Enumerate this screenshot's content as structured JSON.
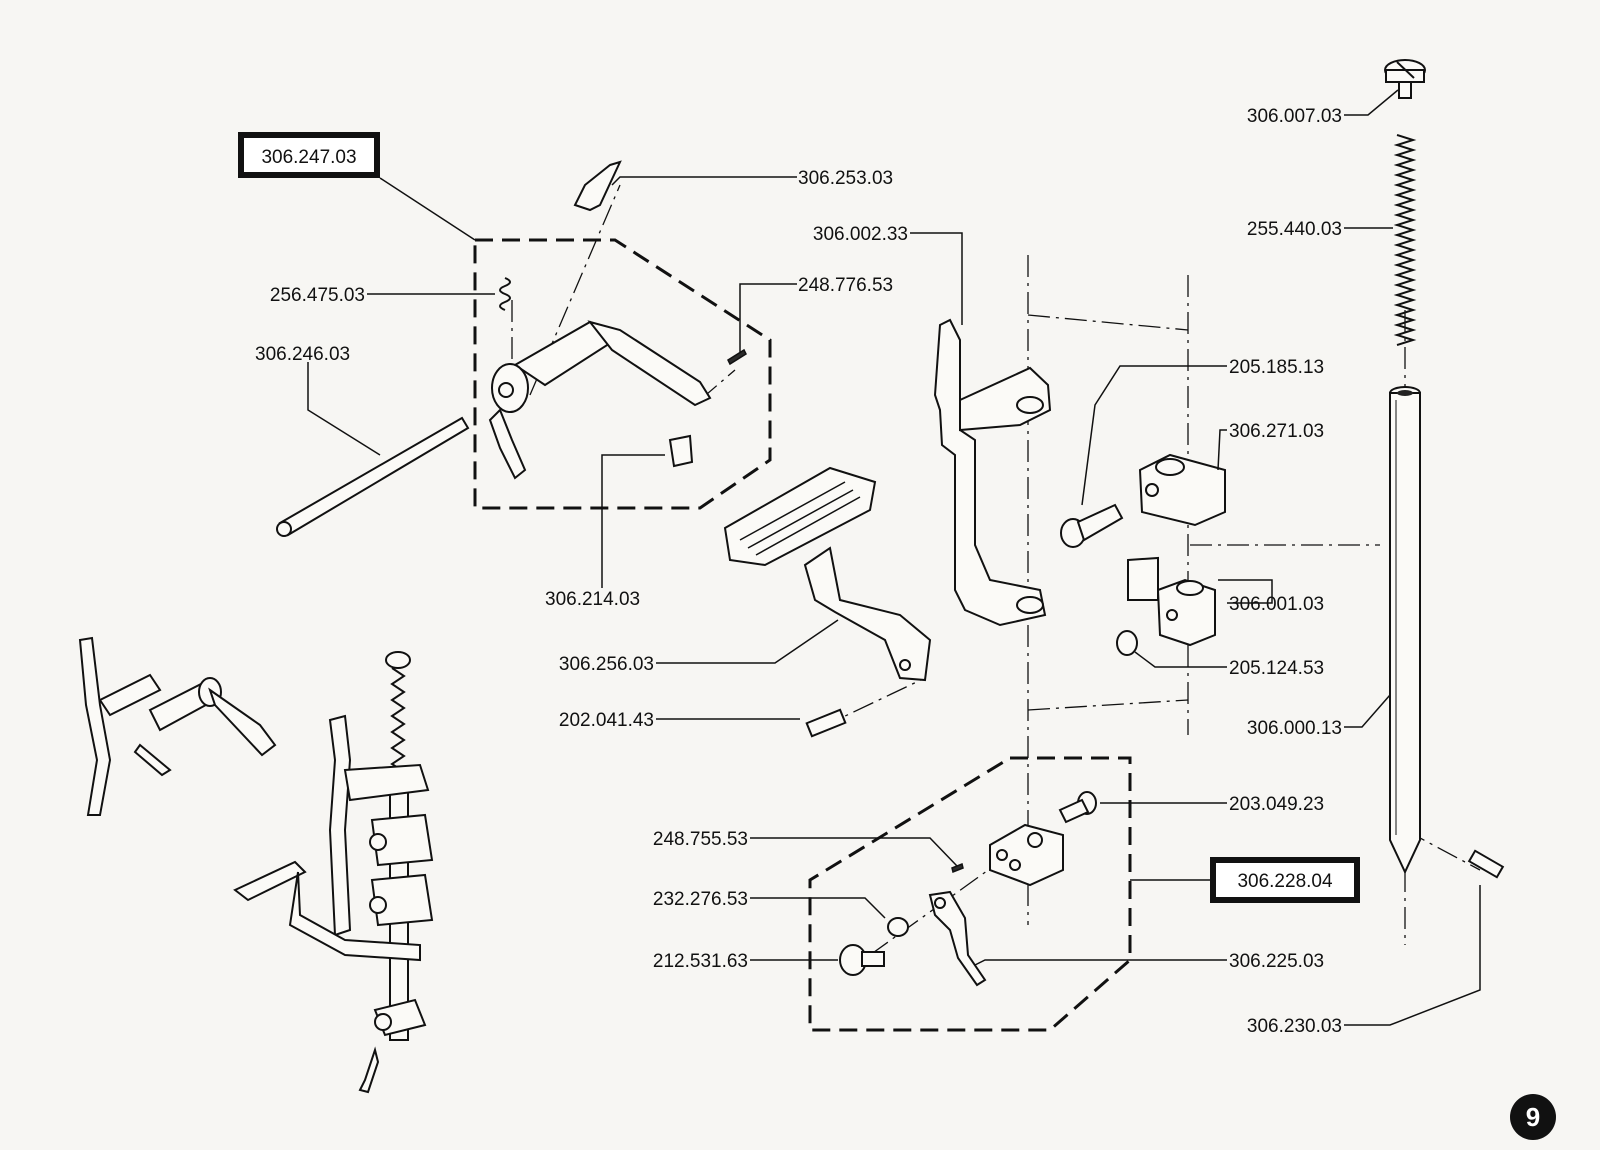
{
  "page_number": "9",
  "boxed_labels": [
    "306.247.03",
    "306.228.04"
  ],
  "labels": [
    "306.253.03",
    "256.475.03",
    "248.776.53",
    "306.246.03",
    "306.214.03",
    "306.002.33",
    "306.256.03",
    "202.041.43",
    "205.185.13",
    "306.271.03",
    "306.001.03",
    "205.124.53",
    "306.007.03",
    "255.440.03",
    "306.000.13",
    "203.049.23",
    "248.755.53",
    "232.276.53",
    "212.531.63",
    "306.225.03",
    "306.230.03"
  ]
}
